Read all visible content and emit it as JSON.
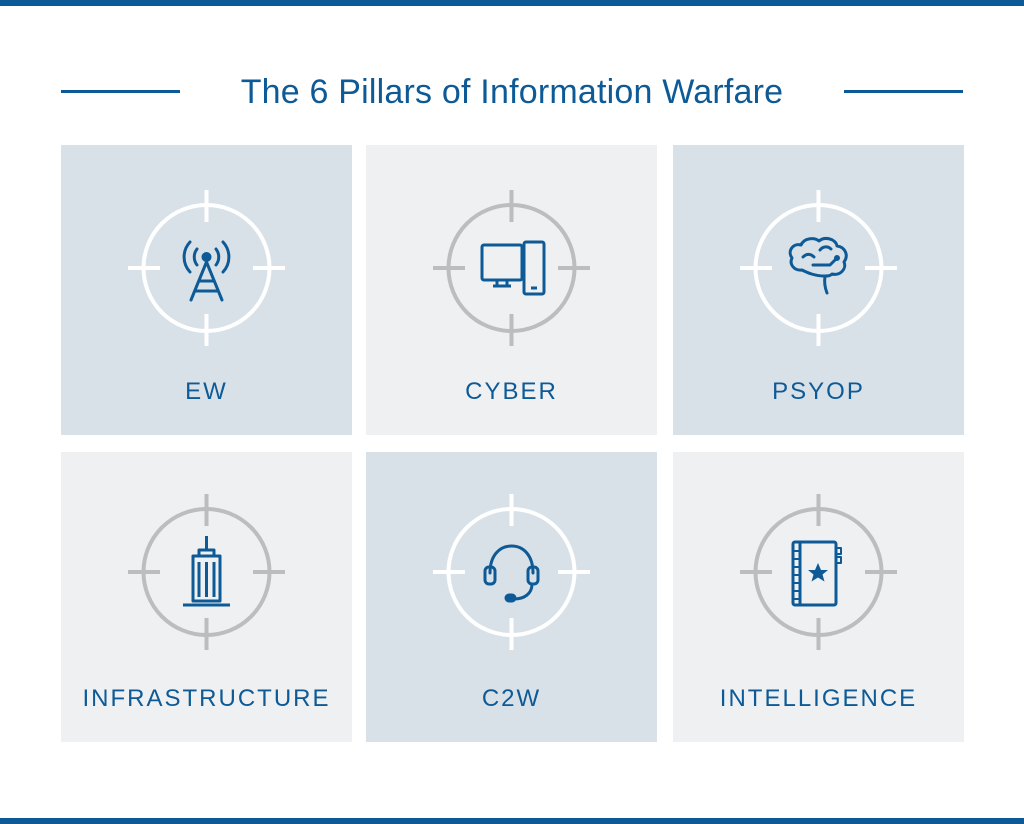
{
  "title": "The 6 Pillars of Information Warfare",
  "colors": {
    "brand_blue": "#0d5a96",
    "tile_dark": "#d9e1e8",
    "tile_light": "#eef0f2",
    "reticle_white": "#ffffff",
    "reticle_gray": "#bcbdbe"
  },
  "pillars": [
    {
      "label": "EW",
      "icon": "radio-tower-icon"
    },
    {
      "label": "CYBER",
      "icon": "computer-devices-icon"
    },
    {
      "label": "PSYOP",
      "icon": "brain-icon"
    },
    {
      "label": "INFRASTRUCTURE",
      "icon": "skyscraper-icon"
    },
    {
      "label": "C2W",
      "icon": "headset-icon"
    },
    {
      "label": "INTELLIGENCE",
      "icon": "notebook-star-icon"
    }
  ]
}
